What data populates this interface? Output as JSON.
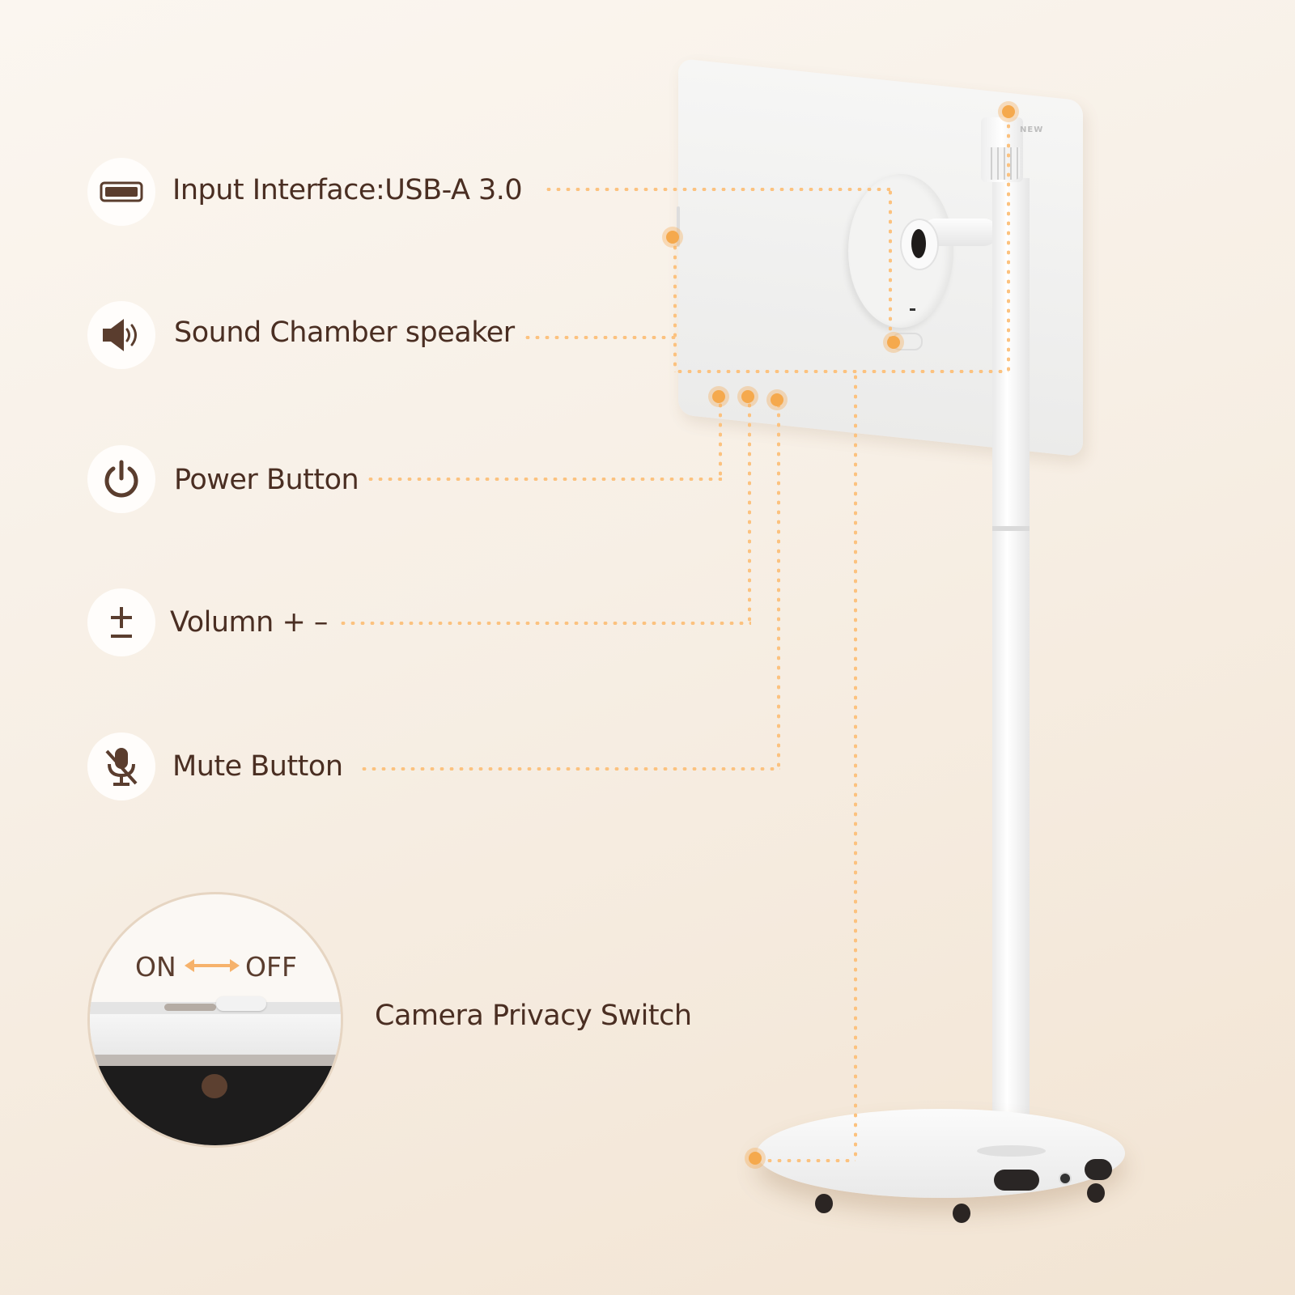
{
  "features": [
    {
      "id": "usb",
      "icon": "usb-port-icon",
      "label": "Input Interface:USB-A 3.0"
    },
    {
      "id": "speaker",
      "icon": "speaker-icon",
      "label": "Sound Chamber speaker"
    },
    {
      "id": "power",
      "icon": "power-icon",
      "label": "Power Button"
    },
    {
      "id": "volume",
      "icon": "plus-minus-icon",
      "label": "Volumn + –"
    },
    {
      "id": "mute",
      "icon": "mic-off-icon",
      "label": "Mute Button"
    }
  ],
  "camera_switch": {
    "label": "Camera Privacy Switch",
    "on_label": "ON",
    "off_label": "OFF"
  },
  "product": {
    "brand_text": "NEW"
  },
  "colors": {
    "accent": "#f5a94d",
    "dots": "#fcc27f",
    "text": "#4a2e22",
    "background": "#f7efe5"
  }
}
